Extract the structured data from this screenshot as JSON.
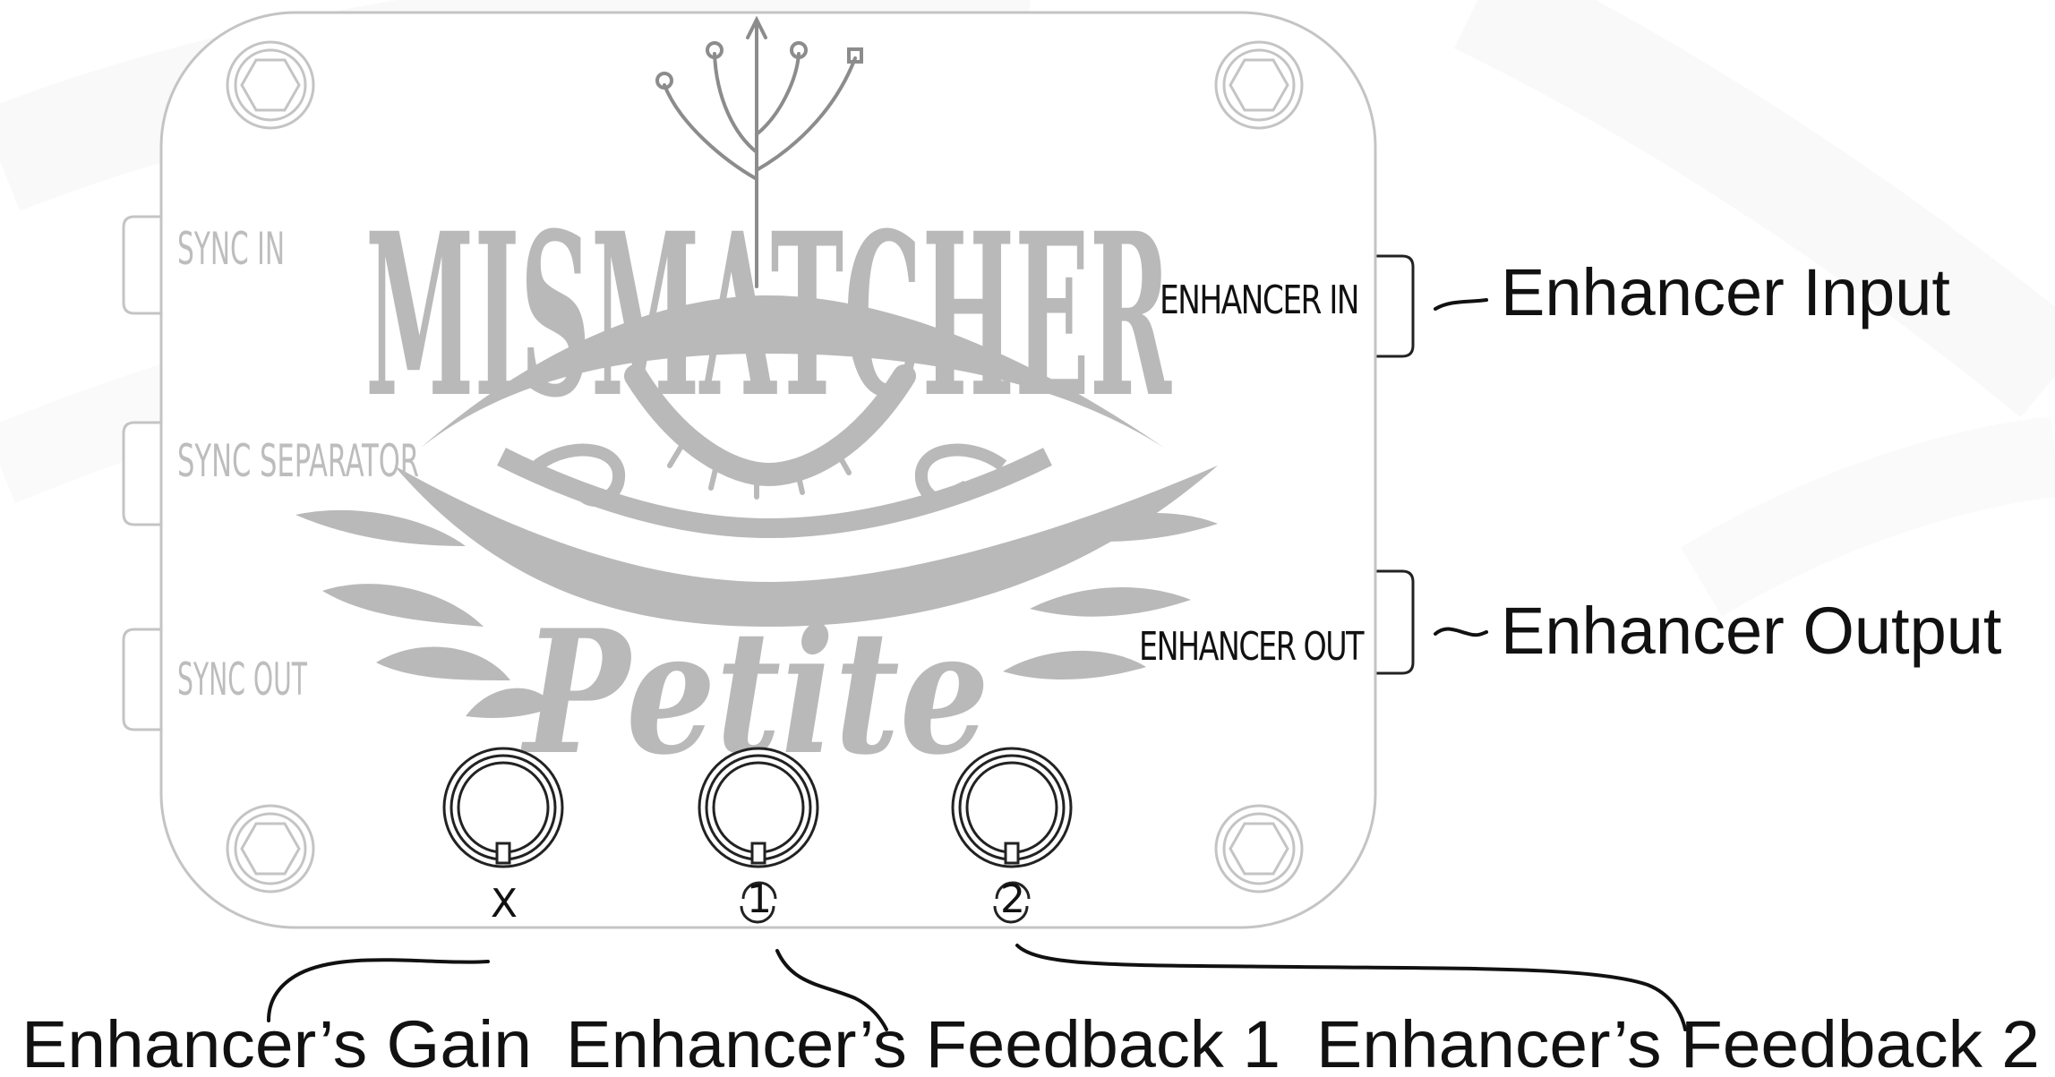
{
  "logo": {
    "title": "MISMATCHER",
    "subtitle": "Petite"
  },
  "left_jacks": [
    {
      "label": "SYNC IN"
    },
    {
      "label": "SYNC SEPARATOR"
    },
    {
      "label": "SYNC OUT"
    }
  ],
  "right_jacks": [
    {
      "label": "ENHANCER IN"
    },
    {
      "label": "ENHANCER OUT"
    }
  ],
  "knobs": [
    {
      "symbol": "X"
    },
    {
      "symbol": "1"
    },
    {
      "symbol": "2"
    }
  ],
  "callouts": {
    "enhancer_input": "Enhancer Input",
    "enhancer_output": "Enhancer Output",
    "gain": "Enhancer’s Gain",
    "feedback1": "Enhancer’s Feedback 1",
    "feedback2": "Enhancer’s Feedback 2"
  },
  "colors": {
    "panel_outline": "#c4c4c4",
    "logo_gray": "#b9b9b9",
    "ink": "#111111"
  }
}
